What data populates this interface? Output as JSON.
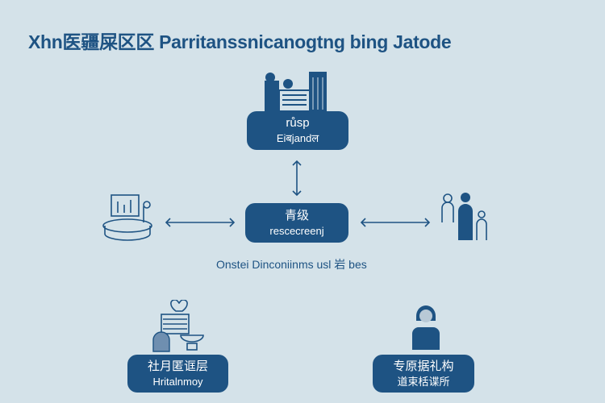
{
  "title": "Xhn医疆屎区区 Parritanssnicanogtng bing Jatode",
  "nodes": {
    "top": {
      "line1": "růsp",
      "line2": "Eiबjandल",
      "icon": "building-icon"
    },
    "center": {
      "line1": "青级",
      "line2": "rescecreenj",
      "icon": "none"
    },
    "left": {
      "icon": "desk-computer-icon"
    },
    "right": {
      "icon": "people-group-icon"
    },
    "bottom_left": {
      "line1": "社月匿诓层",
      "line2": "Hritalnmoy",
      "icon": "care-package-icon"
    },
    "bottom_right": {
      "line1": "专原据礼构",
      "line2": "道束栝谍所",
      "icon": "woman-avatar-icon"
    }
  },
  "caption": "Onstei Dinconiinms usl 岩 bes",
  "colors": {
    "background": "#d4e2e9",
    "primary": "#1e5383"
  }
}
